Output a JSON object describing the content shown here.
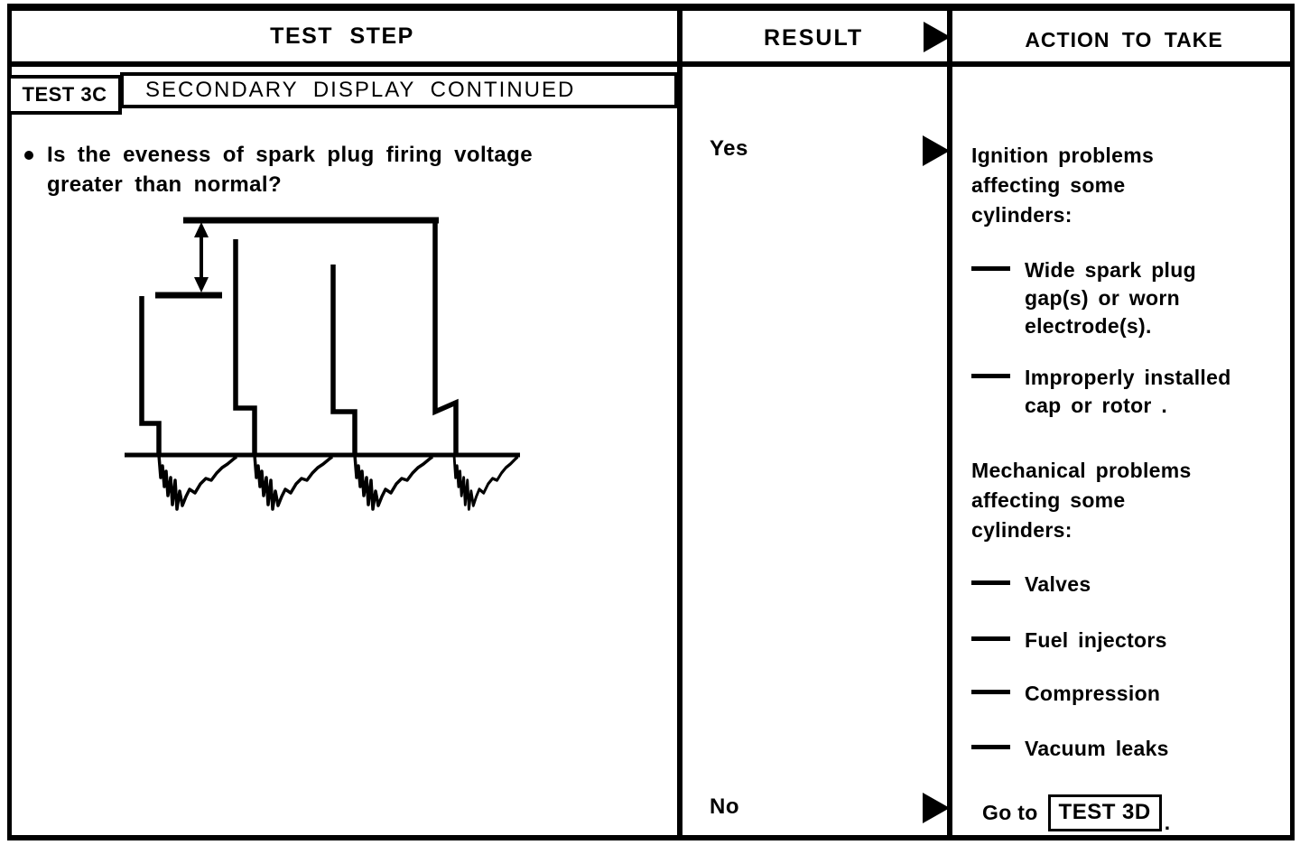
{
  "document": {
    "columns": {
      "test_step": "TEST STEP",
      "result": "RESULT",
      "action_to_take": "ACTION TO TAKE"
    },
    "test_header": {
      "id": "TEST 3C",
      "title": "SECONDARY DISPLAY CONTINUED"
    },
    "question": "Is the eveness of spark plug firing voltage\ngreater than normal?",
    "figure": {
      "type": "oscilloscope-waveform",
      "description": "Four secondary ignition firing voltage spikes of uneven height above a baseline; a double-headed arrow marks the difference between the tallest and shortest spike peaks; decaying oscillations follow each spike below the baseline."
    },
    "results": {
      "yes": "Yes",
      "no": "No"
    },
    "actions": {
      "ignition_header": "Ignition problems\naffecting some\ncylinders:",
      "ignition_items": [
        "Wide spark plug\ngap(s) or worn\nelectrode(s).",
        "Improperly installed\ncap or rotor ."
      ],
      "mechanical_header": "Mechanical problems\naffecting some\ncylinders:",
      "mechanical_items": [
        "Valves",
        "Fuel injectors",
        "Compression",
        "Vacuum leaks"
      ],
      "goto_prefix": "Go to",
      "goto_target": "TEST 3D",
      "goto_suffix": "."
    },
    "colors": {
      "ink": "#000000",
      "paper": "#ffffff"
    }
  }
}
